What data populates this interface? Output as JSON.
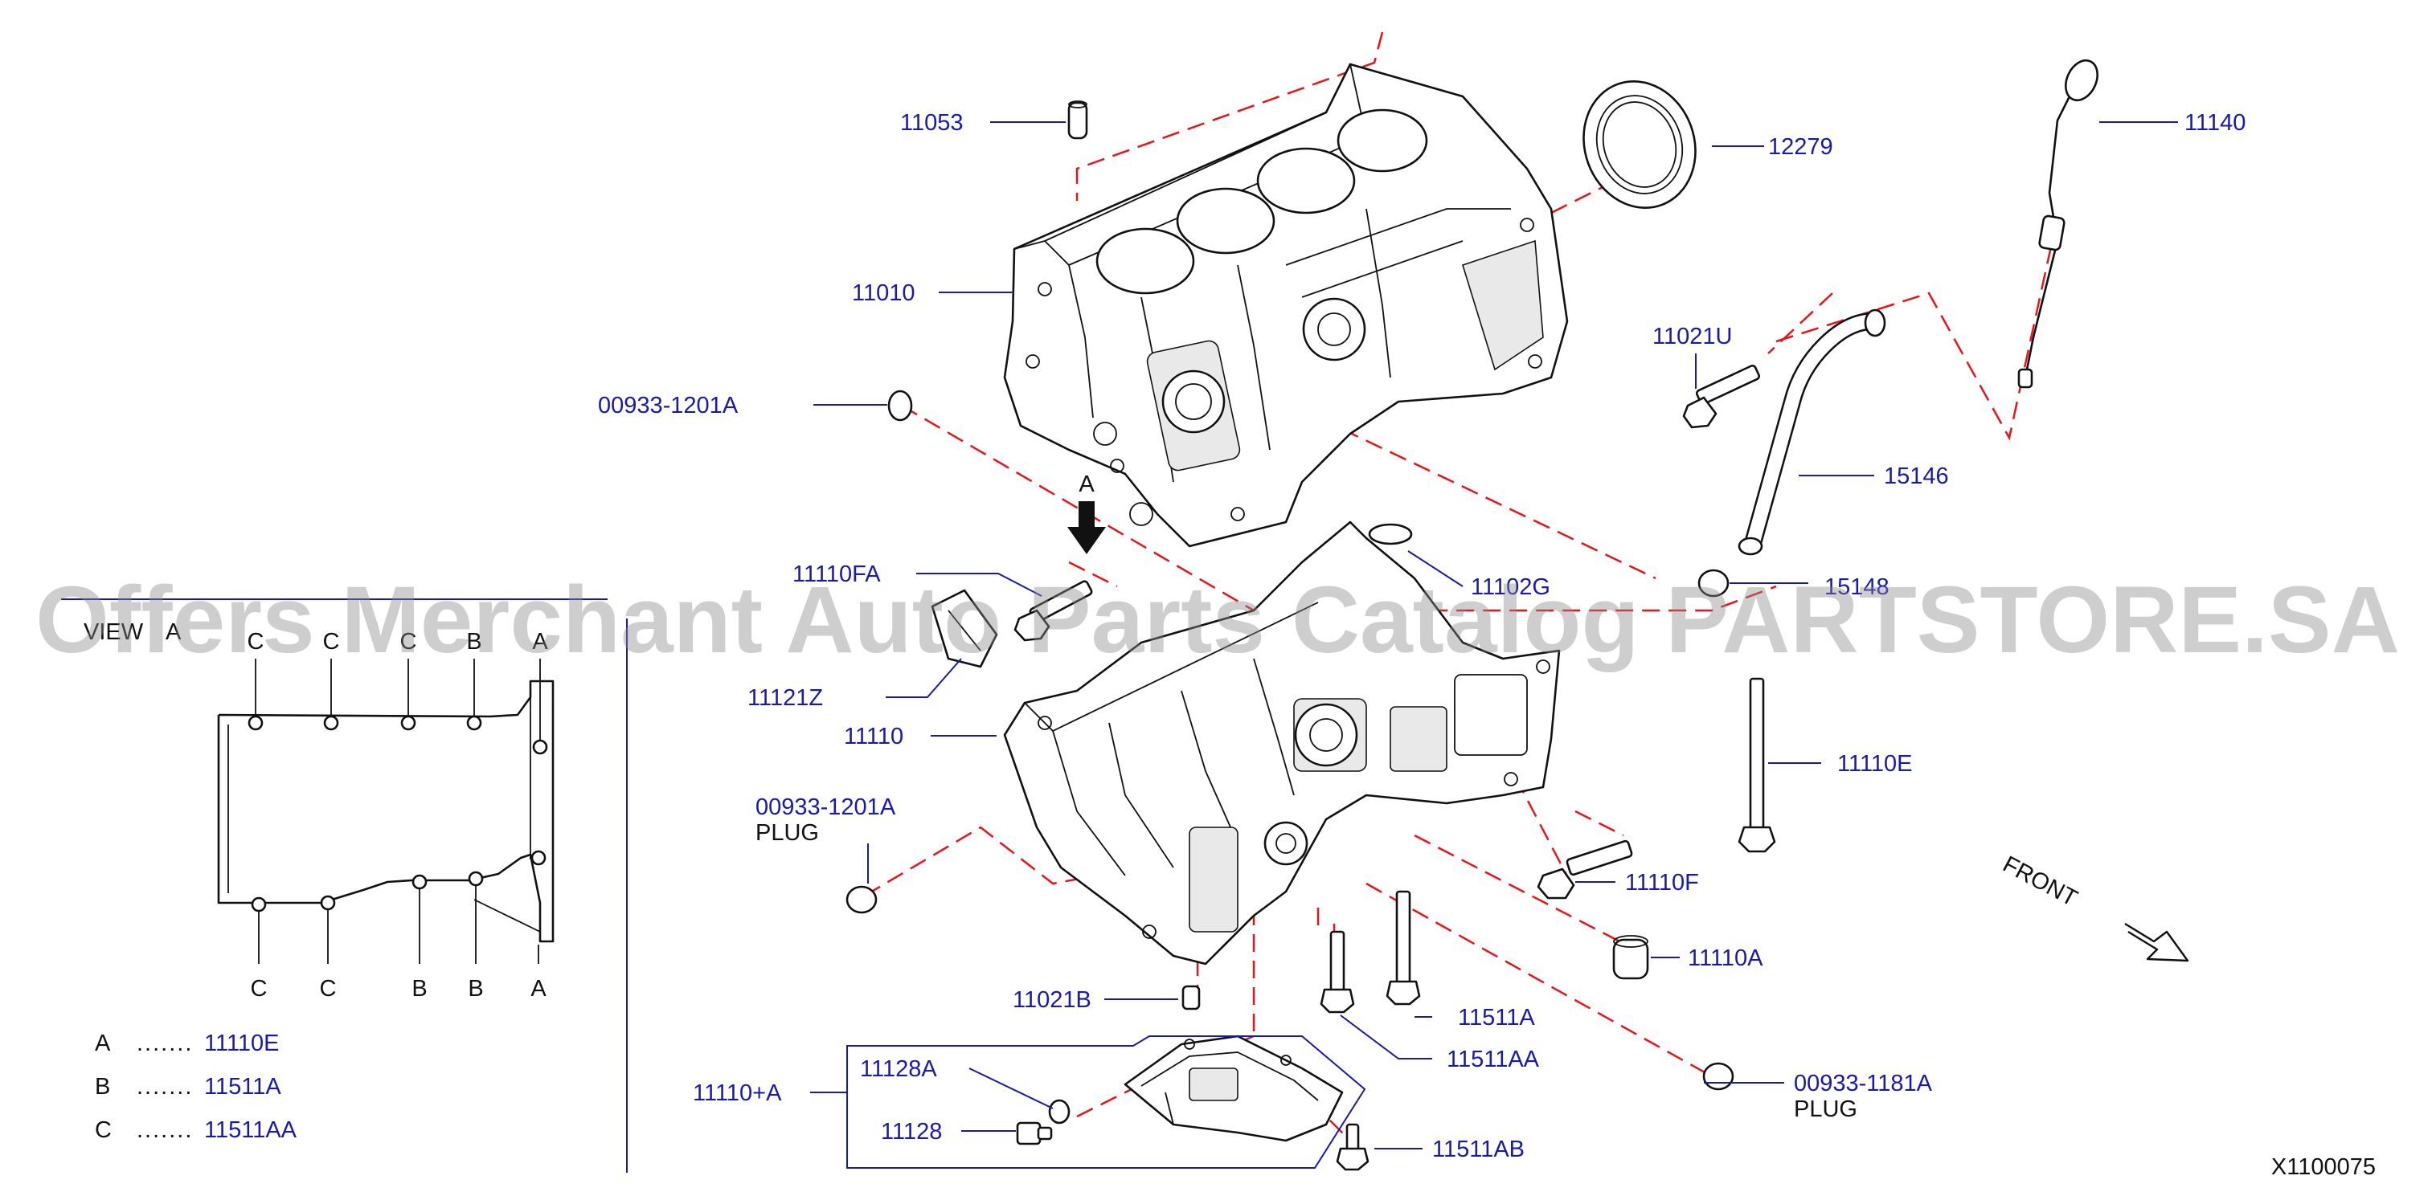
{
  "callouts": {
    "p11053": "11053",
    "p12279": "12279",
    "p11140": "11140",
    "p11010": "11010",
    "p11021U": "11021U",
    "p00933_1201A_top": "00933-1201A",
    "p15146": "15146",
    "p11110FA": "11110FA",
    "p11102G": "11102G",
    "p15148": "15148",
    "p11121Z": "11121Z",
    "p11110": "11110",
    "p11110E": "11110E",
    "p00933_1201A_plug": "00933-1201A",
    "p11110F": "11110F",
    "p11110A": "11110A",
    "p11021B": "11021B",
    "p11511A": "11511A",
    "p11511AA": "11511AA",
    "p11110plusA": "11110+A",
    "p11128A": "11128A",
    "p11128": "11128",
    "p00933_1181A": "00933-1181A",
    "p11511AB": "11511AB"
  },
  "plug_notes": {
    "plug1": "PLUG",
    "plug2": "PLUG"
  },
  "arrow_view": {
    "letter": "A"
  },
  "view_panel": {
    "title": "VIEW",
    "title_letter": "A",
    "top_letters": [
      "C",
      "C",
      "C",
      "B",
      "A"
    ],
    "bottom_letters": [
      "C",
      "C",
      "B",
      "B",
      "A"
    ],
    "legend": [
      {
        "key": "A",
        "dots": ".......",
        "part": "11110E"
      },
      {
        "key": "B",
        "dots": ".......",
        "part": "11511A"
      },
      {
        "key": "C",
        "dots": ".......",
        "part": "11511AA"
      }
    ]
  },
  "front_label": "FRONT",
  "diagram_id": "X1100075",
  "watermark": "Offers Merchant Auto Parts Catalog PARTSTORE.SA",
  "colors": {
    "label_blue": "#1a1aa8",
    "dash_red": "#e8141a",
    "line_black": "#111111"
  }
}
